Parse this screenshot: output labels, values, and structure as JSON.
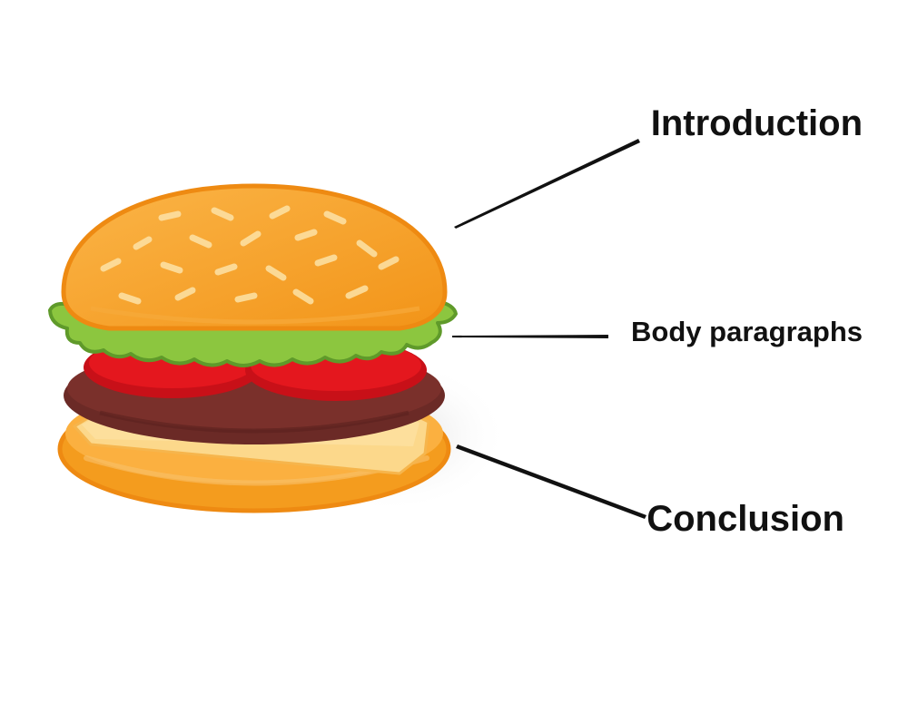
{
  "labels": {
    "introduction": "Introduction",
    "body": "Body paragraphs",
    "conclusion": "Conclusion"
  },
  "colors": {
    "bun": "#f5a623",
    "bun_outline": "#ee8a12",
    "seed": "#fde3a7",
    "lettuce": "#8cc63f",
    "lettuce_outline": "#5f9a2a",
    "tomato": "#e4171e",
    "patty": "#6b2a26",
    "cheese": "#fcd88b",
    "pointer": "#111111",
    "text": "#111111"
  },
  "icons": {
    "illustration": "hamburger-icon"
  }
}
